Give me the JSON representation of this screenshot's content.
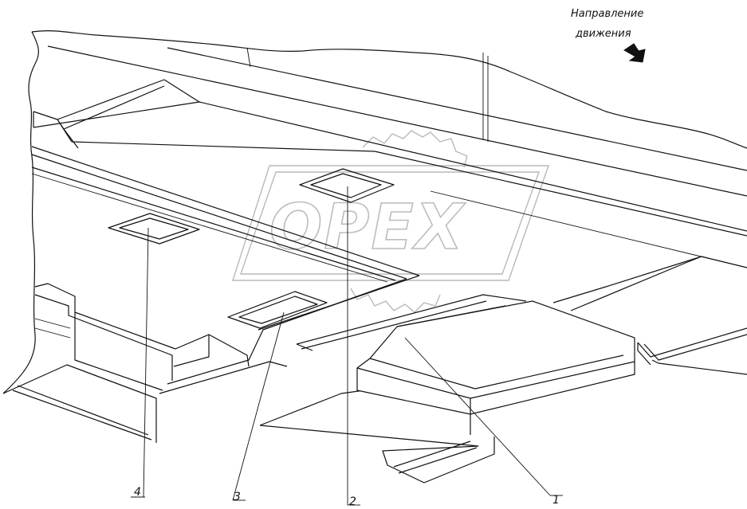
{
  "direction_note": {
    "line1": "Направление",
    "line2": "движения"
  },
  "watermark_text": "OPEX",
  "callouts": [
    {
      "label": "1"
    },
    {
      "label": "2"
    },
    {
      "label": "3"
    },
    {
      "label": "4"
    }
  ]
}
